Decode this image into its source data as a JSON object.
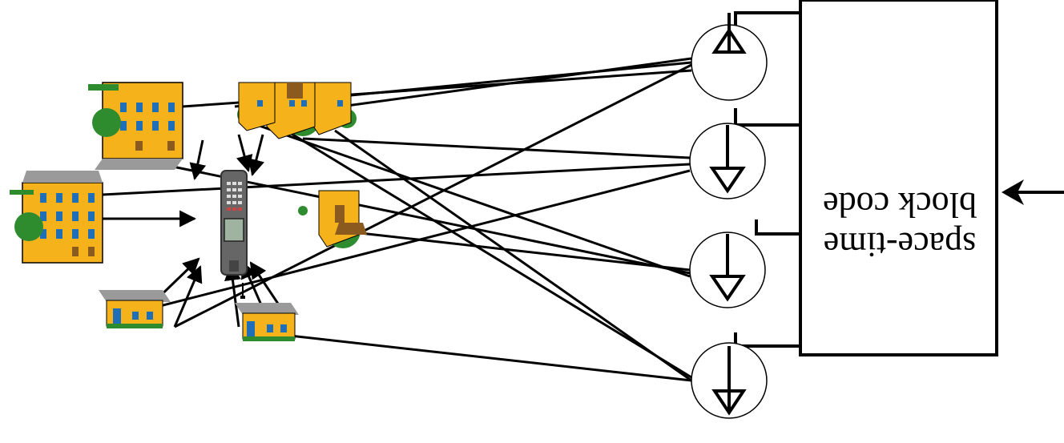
{
  "diagram": {
    "encoder_label_line1": "space-time",
    "encoder_label_line2": "block code",
    "orientation": "rotated 180°",
    "colors": {
      "line": "#000000",
      "building": "#f5b21a",
      "building_shadow": "#8a5a1e",
      "roof": "#9a9a9a",
      "window": "#1f6fb8",
      "tree": "#2e8b2e",
      "phone_body": "#666666",
      "phone_screen": "#9fb3a0"
    },
    "antennas": [
      {
        "name": "antenna-1"
      },
      {
        "name": "antenna-2"
      },
      {
        "name": "antenna-3"
      },
      {
        "name": "antenna-4"
      }
    ],
    "icons": [
      "mobile-phone-icon",
      "building-icon",
      "house-icon",
      "antenna-icon",
      "arrow-icon"
    ]
  }
}
